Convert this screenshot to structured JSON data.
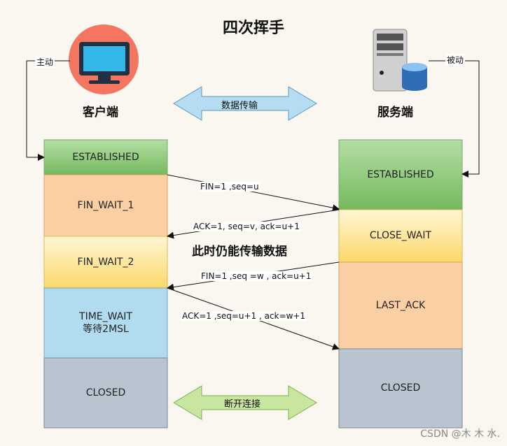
{
  "title": "四次挥手",
  "client": {
    "label": "客户端",
    "role": "主动"
  },
  "server": {
    "label": "服务端",
    "role": "被动"
  },
  "top_arrow_label": "数据传输",
  "bottom_arrow_label": "断开连接",
  "client_states": [
    "ESTABLISHED",
    "FIN_WAIT_1",
    "FIN_WAIT_2",
    "TIME_WAIT",
    "等待2MSL",
    "CLOSED"
  ],
  "server_states": [
    "ESTABLISHED",
    "CLOSE_WAIT",
    "LAST_ACK",
    "CLOSED"
  ],
  "messages": {
    "m1": "FIN=1 ,seq=u",
    "m2": "ACK=1, seq=v, ack=u+1",
    "m3": "FIN=1 ,seq =w , ack=u+1",
    "m4": "ACK=1 ,seq=u+1 , ack=w+1"
  },
  "note": "此时仍能传输数据",
  "watermark": "CSDN @木 木 水.",
  "colors": {
    "green": "#8cc97a",
    "orange": "#f9cb9c",
    "yellow": "#fdeaa0",
    "blue": "#b1dcf0",
    "gray": "#b8c4cf",
    "arrow_blue": "#b5dcf1",
    "arrow_green": "#c8e6a0"
  }
}
